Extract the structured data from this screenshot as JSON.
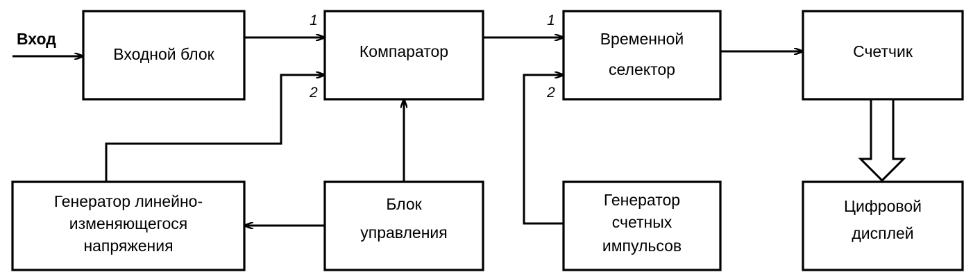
{
  "input_label": "Вход",
  "blocks": {
    "input_block": "Входной блок",
    "comparator": "Компаратор",
    "time_selector": [
      "Временной",
      "селектор"
    ],
    "counter": "Счетчик",
    "ramp_generator": [
      "Генератор линейно-",
      "изменяющегося",
      "напряжения"
    ],
    "control_block": [
      "Блок",
      "управления"
    ],
    "pulse_generator": [
      "Генератор",
      "счетных",
      "импульсов"
    ],
    "digital_display": [
      "Цифровой",
      "дисплей"
    ]
  },
  "ports": {
    "comparator_in1": "1",
    "comparator_in2": "2",
    "selector_in1": "1",
    "selector_in2": "2"
  }
}
